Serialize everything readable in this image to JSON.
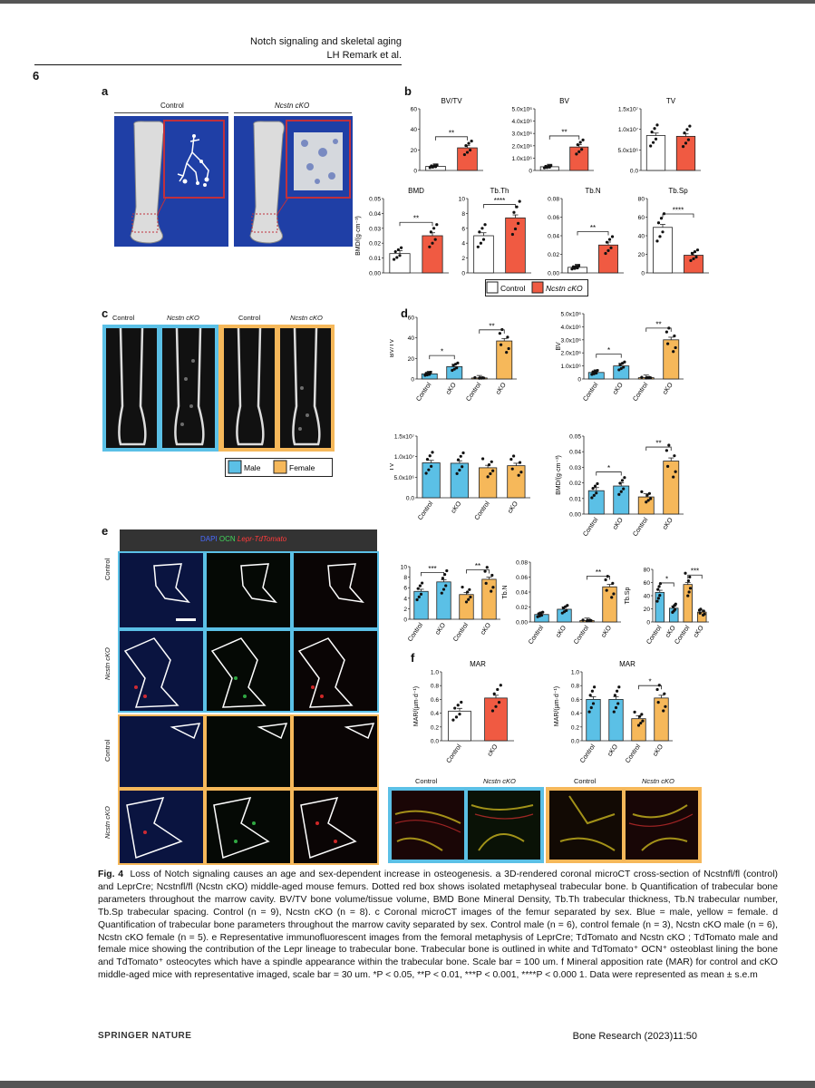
{
  "header": {
    "running_title": "Notch signaling and skeletal aging",
    "authors": "LH Remark et al.",
    "page_number": "6"
  },
  "panel_labels": {
    "a": "a",
    "b": "b",
    "c": "c",
    "d": "d",
    "e": "e",
    "f": "f"
  },
  "panel_a": {
    "control_label": "Control",
    "cko_label": "Ncstn cKO"
  },
  "panel_c": {
    "labels": [
      "Control",
      "Ncstn cKO",
      "Control",
      "Ncstn cKO"
    ]
  },
  "panel_e": {
    "channel_dapi": "DAPI",
    "channel_ocn": "OCN",
    "channel_lepr": "Lepr-TdTomato",
    "row_labels": [
      "Control",
      "Ncstn cKO",
      "Control",
      "Ncstn cKO"
    ]
  },
  "panel_f_images": {
    "labels": [
      "Control",
      "Ncstn cKO",
      "Control",
      "Ncstn cKO"
    ]
  },
  "legend_b": {
    "control": "Control",
    "cko": "Ncstn cKO"
  },
  "legend_c": {
    "male": "Male",
    "female": "Female"
  },
  "colors": {
    "blue": "#5bc0e6",
    "orange": "#f6b85a",
    "red": "#f05a42",
    "microct_bg": "#1f3fa6",
    "frame_red": "#c0303d"
  },
  "chart_data": [
    {
      "type": "bar",
      "id": "b-bvtv",
      "title": "BV/TV",
      "categories": [
        "Control",
        "Ncstn cKO"
      ],
      "values": [
        4,
        22
      ],
      "ylim": [
        0,
        60
      ],
      "ticks": [
        "0",
        "20",
        "40",
        "60"
      ],
      "sig": "**"
    },
    {
      "type": "bar",
      "id": "b-bv",
      "title": "BV",
      "categories": [
        "Control",
        "Ncstn cKO"
      ],
      "values": [
        300000,
        1900000
      ],
      "ylim": [
        0,
        5000000
      ],
      "ticks": [
        "0",
        "1.0x10⁶",
        "2.0x10⁶",
        "3.0x10⁶",
        "4.0x10⁶",
        "5.0x10⁶"
      ],
      "sig": "**"
    },
    {
      "type": "bar",
      "id": "b-tv",
      "title": "TV",
      "categories": [
        "Control",
        "Ncstn cKO"
      ],
      "values": [
        8500000,
        8300000
      ],
      "ylim": [
        0,
        15000000
      ],
      "ticks": [
        "0.0",
        "5.0x10⁶",
        "1.0x10⁷",
        "1.5x10⁷"
      ],
      "sig": ""
    },
    {
      "type": "bar",
      "id": "b-bmd",
      "title": "BMD",
      "ylabel": "BMD/(g·cm⁻³)",
      "categories": [
        "Control",
        "Ncstn cKO"
      ],
      "values": [
        0.013,
        0.025
      ],
      "ylim": [
        0,
        0.05
      ],
      "ticks": [
        "0.00",
        "0.01",
        "0.02",
        "0.03",
        "0.04",
        "0.05"
      ],
      "sig": "**"
    },
    {
      "type": "bar",
      "id": "b-tbth",
      "title": "Tb.Th",
      "categories": [
        "Control",
        "Ncstn cKO"
      ],
      "values": [
        5,
        7.4
      ],
      "ylim": [
        0,
        10
      ],
      "ticks": [
        "0",
        "2",
        "4",
        "6",
        "8",
        "10"
      ],
      "sig": "****"
    },
    {
      "type": "bar",
      "id": "b-tbn",
      "title": "Tb.N",
      "categories": [
        "Control",
        "Ncstn cKO"
      ],
      "values": [
        0.006,
        0.03
      ],
      "ylim": [
        0,
        0.08
      ],
      "ticks": [
        "0.00",
        "0.02",
        "0.04",
        "0.06",
        "0.08"
      ],
      "sig": "**"
    },
    {
      "type": "bar",
      "id": "b-tbsp",
      "title": "Tb.Sp",
      "categories": [
        "Control",
        "Ncstn cKO"
      ],
      "values": [
        49,
        19
      ],
      "ylim": [
        0,
        80
      ],
      "ticks": [
        "0",
        "20",
        "40",
        "60",
        "80"
      ],
      "sig": "****"
    },
    {
      "type": "bar",
      "id": "d-bvtv",
      "ylabel": "BV/TV",
      "categories": [
        "Control",
        "cKO",
        "Control",
        "cKO"
      ],
      "values": [
        5,
        12,
        1,
        37
      ],
      "ylim": [
        0,
        60
      ],
      "ticks": [
        "0",
        "20",
        "40",
        "60"
      ],
      "sig": [
        "*",
        "**"
      ]
    },
    {
      "type": "bar",
      "id": "d-bv",
      "ylabel": "BV",
      "categories": [
        "Control",
        "cKO",
        "Control",
        "cKO"
      ],
      "values": [
        500000,
        1000000,
        100000,
        3000000
      ],
      "ylim": [
        0,
        5000000
      ],
      "ticks": [
        "0",
        "1.0x10⁶",
        "2.0x10⁶",
        "3.0x10⁶",
        "4.0x10⁶",
        "5.0x10⁶"
      ],
      "sig": [
        "*",
        "**"
      ]
    },
    {
      "type": "bar",
      "id": "d-tv",
      "ylabel": "TV",
      "categories": [
        "Control",
        "cKO",
        "Control",
        "cKO"
      ],
      "values": [
        8500000,
        8400000,
        7300000,
        7800000
      ],
      "ylim": [
        0,
        15000000
      ],
      "ticks": [
        "0.0",
        "5.0x10⁶",
        "1.0x10⁷",
        "1.5x10⁷"
      ],
      "sig": []
    },
    {
      "type": "bar",
      "id": "d-bmd",
      "ylabel": "BMD/(g·cm⁻³)",
      "categories": [
        "Control",
        "cKO",
        "Control",
        "cKO"
      ],
      "values": [
        0.015,
        0.018,
        0.011,
        0.034
      ],
      "ylim": [
        0,
        0.05
      ],
      "ticks": [
        "0.00",
        "0.01",
        "0.02",
        "0.03",
        "0.04",
        "0.05"
      ],
      "sig": [
        "*",
        "**"
      ]
    },
    {
      "type": "bar",
      "id": "d-tbth",
      "ylabel": "Tb.Th",
      "categories": [
        "Control",
        "cKO",
        "Control",
        "cKO"
      ],
      "values": [
        5.3,
        7.1,
        4.7,
        7.6
      ],
      "ylim": [
        0,
        10
      ],
      "ticks": [
        "0",
        "2",
        "4",
        "6",
        "8",
        "10"
      ],
      "sig": [
        "***",
        "**"
      ]
    },
    {
      "type": "bar",
      "id": "d-tbn",
      "ylabel": "Tb.N",
      "categories": [
        "Control",
        "cKO",
        "Control",
        "cKO"
      ],
      "values": [
        0.01,
        0.017,
        0.002,
        0.047
      ],
      "ylim": [
        0,
        0.08
      ],
      "ticks": [
        "0.00",
        "0.02",
        "0.04",
        "0.06",
        "0.08"
      ],
      "sig": [
        "",
        "**"
      ]
    },
    {
      "type": "bar",
      "id": "d-tbsp",
      "ylabel": "Tb.Sp",
      "categories": [
        "Control",
        "cKO",
        "Control",
        "cKO"
      ],
      "values": [
        45,
        21,
        57,
        15
      ],
      "ylim": [
        0,
        80
      ],
      "ticks": [
        "0",
        "20",
        "40",
        "60",
        "80"
      ],
      "sig": [
        "*",
        "***"
      ]
    },
    {
      "type": "bar",
      "id": "f-mar",
      "title": "MAR",
      "ylabel": "MAR/(µm·d⁻¹)",
      "categories": [
        "Control",
        "cKO"
      ],
      "values": [
        0.43,
        0.62
      ],
      "ylim": [
        0,
        1.0
      ],
      "ticks": [
        "0.0",
        "0.2",
        "0.4",
        "0.6",
        "0.8",
        "1.0"
      ],
      "sig": ""
    },
    {
      "type": "bar",
      "id": "f-mar-sex",
      "title": "MAR",
      "ylabel": "MAR/(µm·d⁻¹)",
      "categories": [
        "Control",
        "cKO",
        "Control",
        "cKO"
      ],
      "values": [
        0.6,
        0.6,
        0.32,
        0.62
      ],
      "ylim": [
        0,
        1.0
      ],
      "ticks": [
        "0.0",
        "0.2",
        "0.4",
        "0.6",
        "0.8",
        "1.0"
      ],
      "sig": [
        "",
        "*"
      ]
    }
  ],
  "caption": {
    "fig": "Fig. 4",
    "title": "Loss of Notch signaling causes an age and sex-dependent increase in osteogenesis.",
    "body": "a 3D-rendered coronal microCT cross-section of Ncstnfl/fl (control) and LeprCre; Ncstnfl/fl (Ncstn cKO) middle-aged mouse femurs. Dotted red box shows isolated metaphyseal trabecular bone. b Quantification of trabecular bone parameters throughout the marrow cavity. BV/TV bone volume/tissue volume, BMD Bone Mineral Density, Tb.Th trabecular thickness, Tb.N trabecular number, Tb.Sp trabecular spacing. Control (n = 9), Ncstn cKO (n = 8). c Coronal microCT images of the femur separated by sex. Blue = male, yellow = female. d Quantification of trabecular bone parameters throughout the marrow cavity separated by sex. Control male (n = 6), control female (n = 3), Ncstn cKO male (n = 6), Ncstn cKO female (n = 5). e Representative immunofluorescent images from the femoral metaphysis of LeprCre; TdTomato and Ncstn cKO ; TdTomato male and female mice showing the contribution of the Lepr lineage to trabecular bone. Trabecular bone is outlined in white and TdTomato⁺ OCN⁺ osteoblast lining the bone and TdTomato⁺ osteocytes which have a spindle appearance within the trabecular bone. Scale bar = 100 um. f Mineral apposition rate (MAR) for control and cKO middle-aged mice with representative imaged, scale bar = 30 um. *P < 0.05, **P < 0.01, ***P < 0.001, ****P < 0.000 1. Data were represented as mean ± s.e.m"
  },
  "footer": {
    "publisher": "SPRINGER NATURE",
    "journal": "Bone Research (2023)11:50"
  }
}
